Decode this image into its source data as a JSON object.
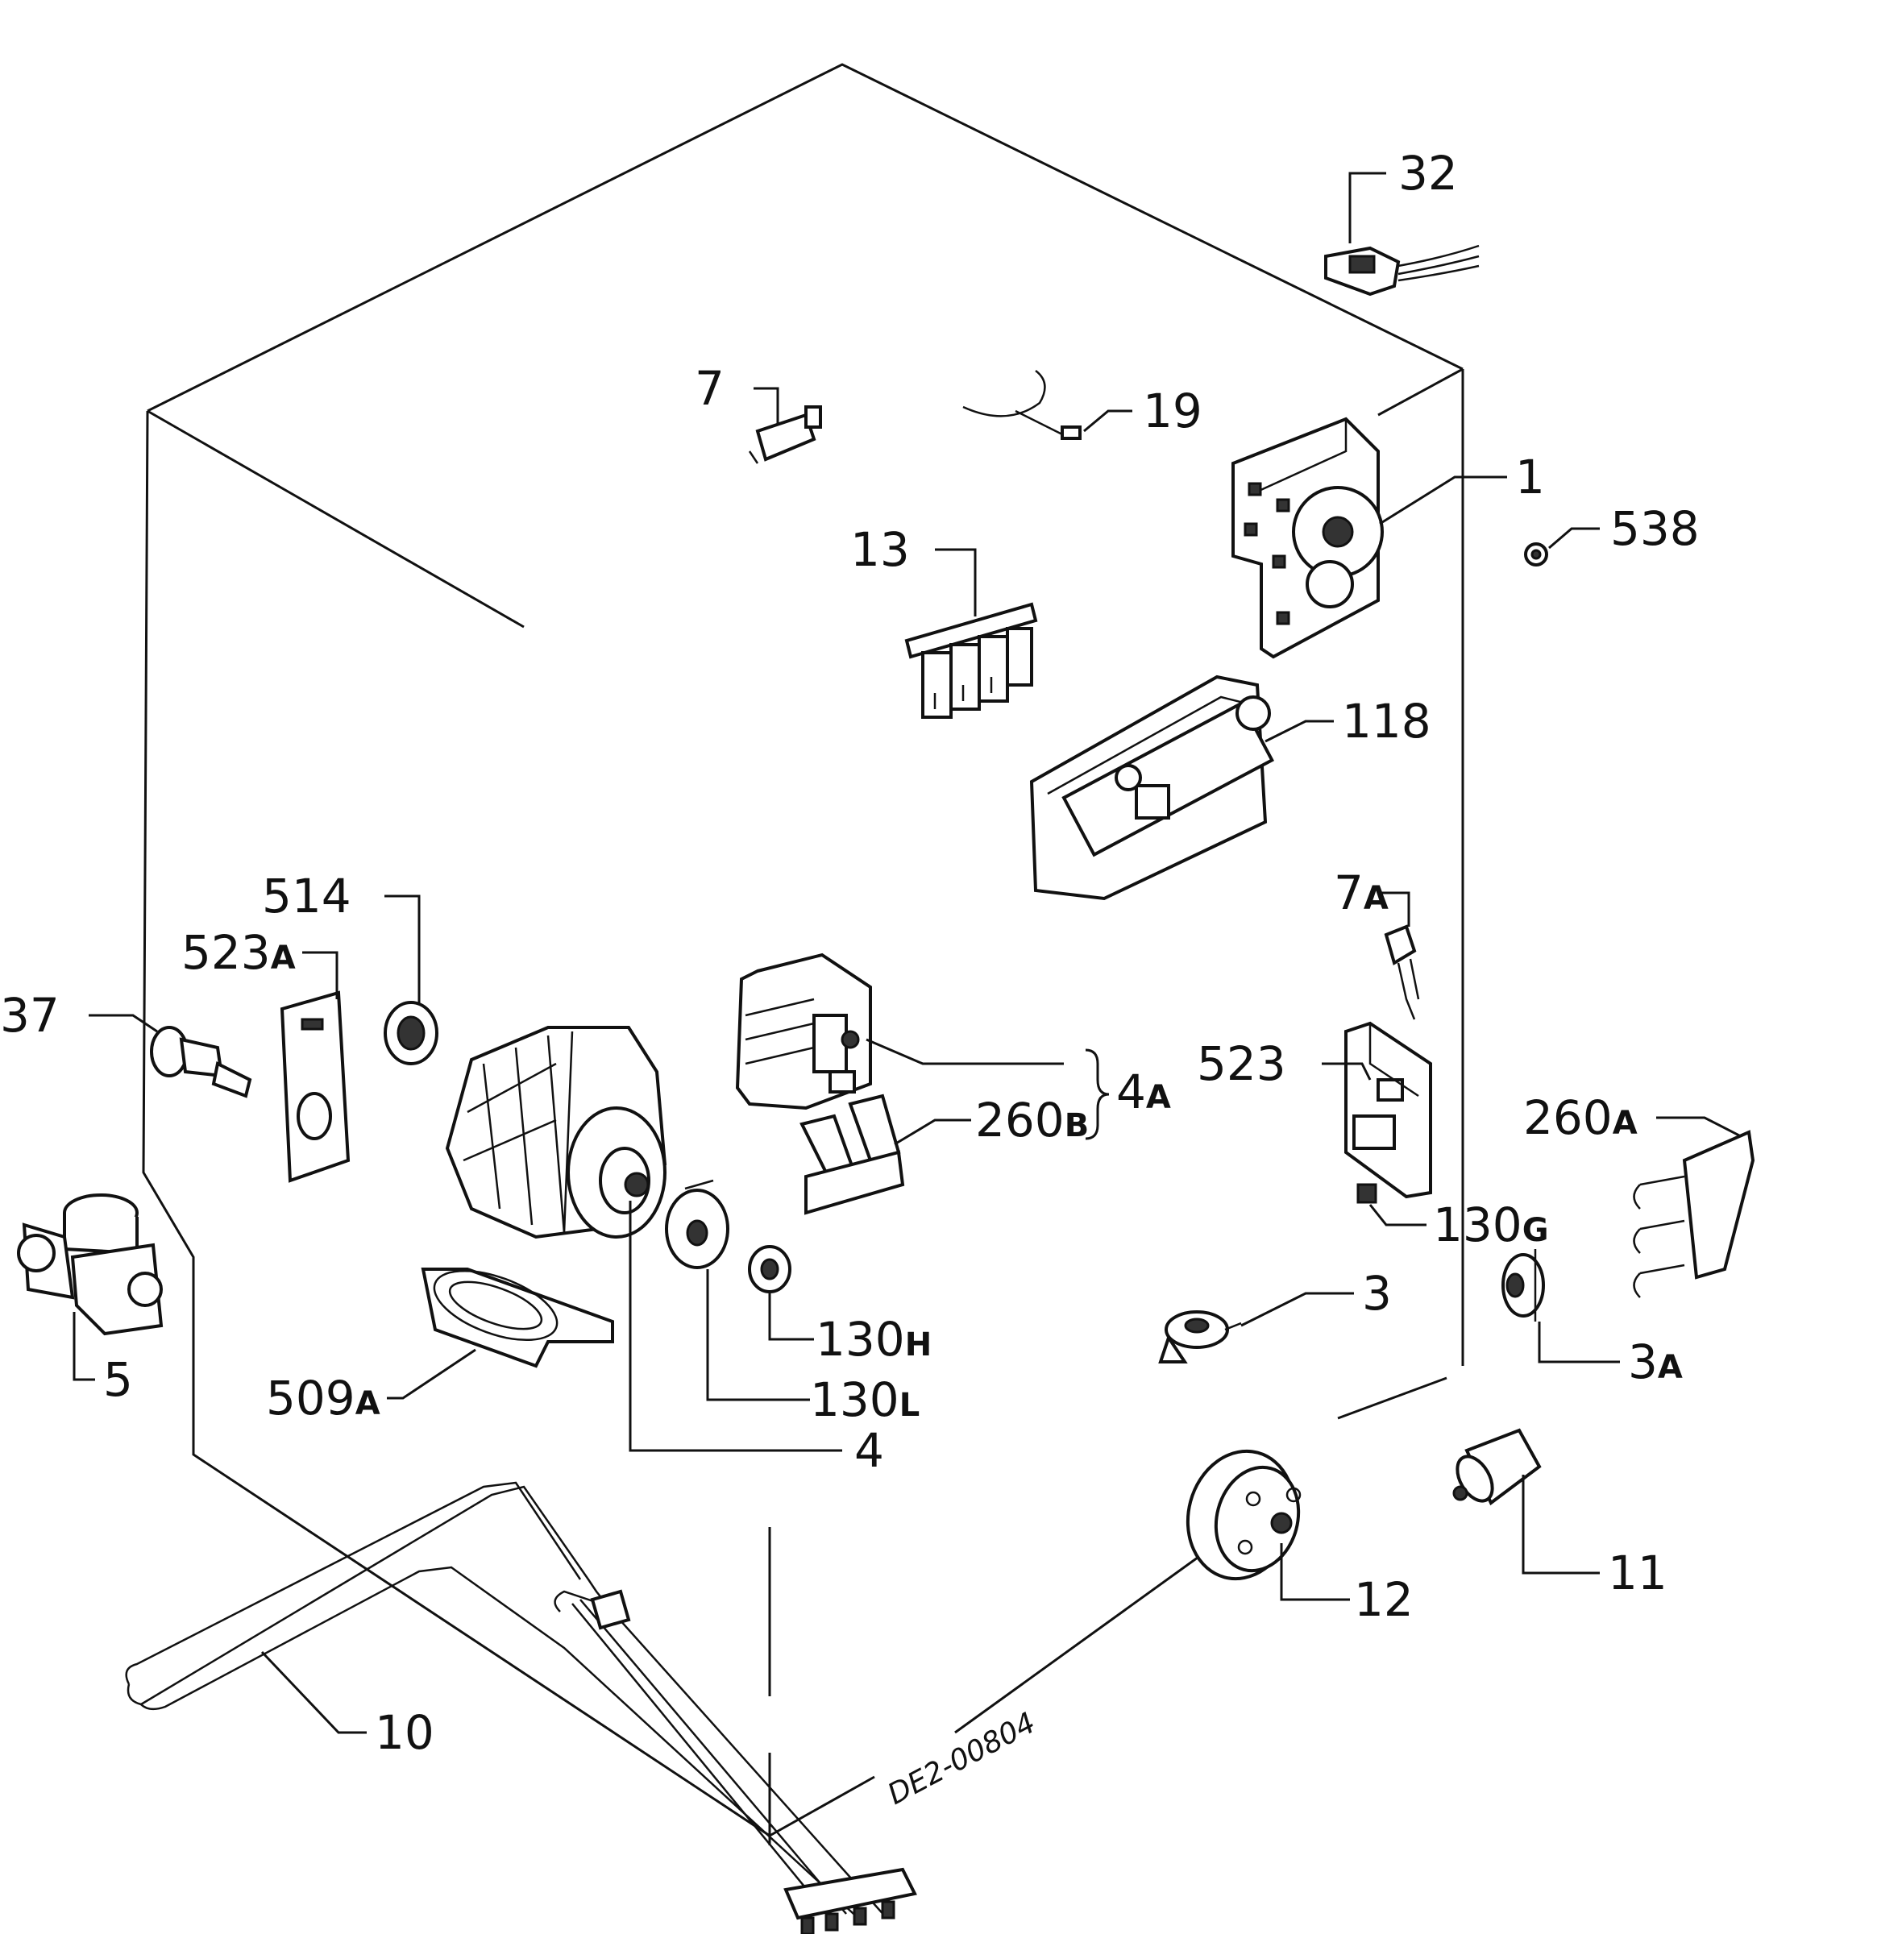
{
  "drawing_code": "DE2-00804",
  "labels": {
    "p32": {
      "num": "32",
      "suffix": ""
    },
    "p7": {
      "num": "7",
      "suffix": ""
    },
    "p19": {
      "num": "19",
      "suffix": ""
    },
    "p1": {
      "num": "1",
      "suffix": ""
    },
    "p538": {
      "num": "538",
      "suffix": ""
    },
    "p13": {
      "num": "13",
      "suffix": ""
    },
    "p118": {
      "num": "118",
      "suffix": ""
    },
    "p7a": {
      "num": "7",
      "suffix": "A"
    },
    "p514": {
      "num": "514",
      "suffix": ""
    },
    "p523a": {
      "num": "523",
      "suffix": "A"
    },
    "p37": {
      "num": "37",
      "suffix": ""
    },
    "p523": {
      "num": "523",
      "suffix": ""
    },
    "p4a": {
      "num": "4",
      "suffix": "A"
    },
    "p260b": {
      "num": "260",
      "suffix": "B"
    },
    "p260a": {
      "num": "260",
      "suffix": "A"
    },
    "p130g": {
      "num": "130",
      "suffix": "G"
    },
    "p3": {
      "num": "3",
      "suffix": ""
    },
    "p130h": {
      "num": "130",
      "suffix": "H"
    },
    "p5": {
      "num": "5",
      "suffix": ""
    },
    "p509a": {
      "num": "509",
      "suffix": "A"
    },
    "p130l": {
      "num": "130",
      "suffix": "L"
    },
    "p3a": {
      "num": "3",
      "suffix": "A"
    },
    "p4": {
      "num": "4",
      "suffix": ""
    },
    "p11": {
      "num": "11",
      "suffix": ""
    },
    "p12": {
      "num": "12",
      "suffix": ""
    },
    "p10": {
      "num": "10",
      "suffix": ""
    }
  }
}
